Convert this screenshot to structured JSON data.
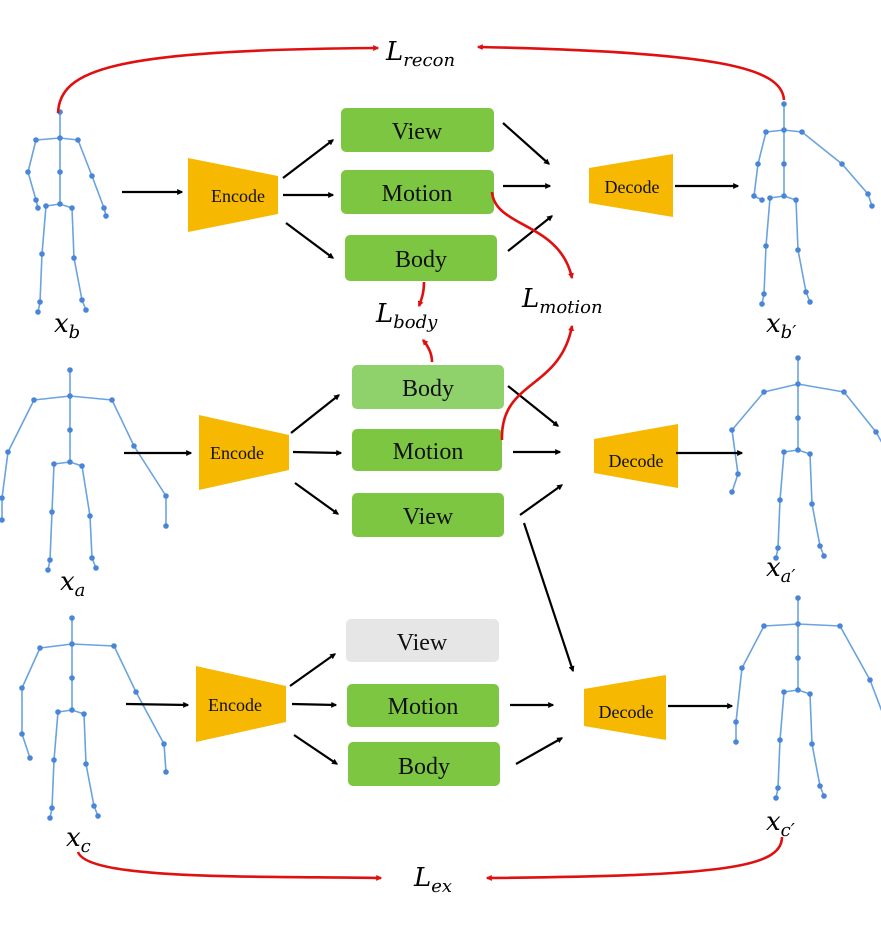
{
  "colors": {
    "box_green": "#7dc642",
    "box_light_green": "#8fd16a",
    "box_gray": "#e6e6e6",
    "trapezoid": "#f6b800",
    "loss_red": "#e01010",
    "skeleton_blue": "#6aa3e0"
  },
  "rows": [
    {
      "id": "b",
      "encoder_label": "Encode",
      "decoder_label": "Decode",
      "boxes": [
        {
          "label": "View",
          "style": "green"
        },
        {
          "label": "Motion",
          "style": "green"
        },
        {
          "label": "Body",
          "style": "green"
        }
      ],
      "input_label": {
        "base": "x",
        "sub": "b"
      },
      "output_label": {
        "base": "x",
        "sub": "b′"
      }
    },
    {
      "id": "a",
      "encoder_label": "Encode",
      "decoder_label": "Decode",
      "boxes": [
        {
          "label": "Body",
          "style": "light-green"
        },
        {
          "label": "Motion",
          "style": "green"
        },
        {
          "label": "View",
          "style": "green"
        }
      ],
      "input_label": {
        "base": "x",
        "sub": "a"
      },
      "output_label": {
        "base": "x",
        "sub": "a′"
      }
    },
    {
      "id": "c",
      "encoder_label": "Encode",
      "decoder_label": "Decode",
      "boxes": [
        {
          "label": "View",
          "style": "gray"
        },
        {
          "label": "Motion",
          "style": "green"
        },
        {
          "label": "Body",
          "style": "green"
        }
      ],
      "input_label": {
        "base": "x",
        "sub": "c"
      },
      "output_label": {
        "base": "x",
        "sub": "c′"
      }
    }
  ],
  "losses": {
    "recon": {
      "base": "L",
      "sub": "recon"
    },
    "body": {
      "base": "L",
      "sub": "body"
    },
    "motion": {
      "base": "L",
      "sub": "motion"
    },
    "ex": {
      "base": "L",
      "sub": "ex"
    }
  }
}
